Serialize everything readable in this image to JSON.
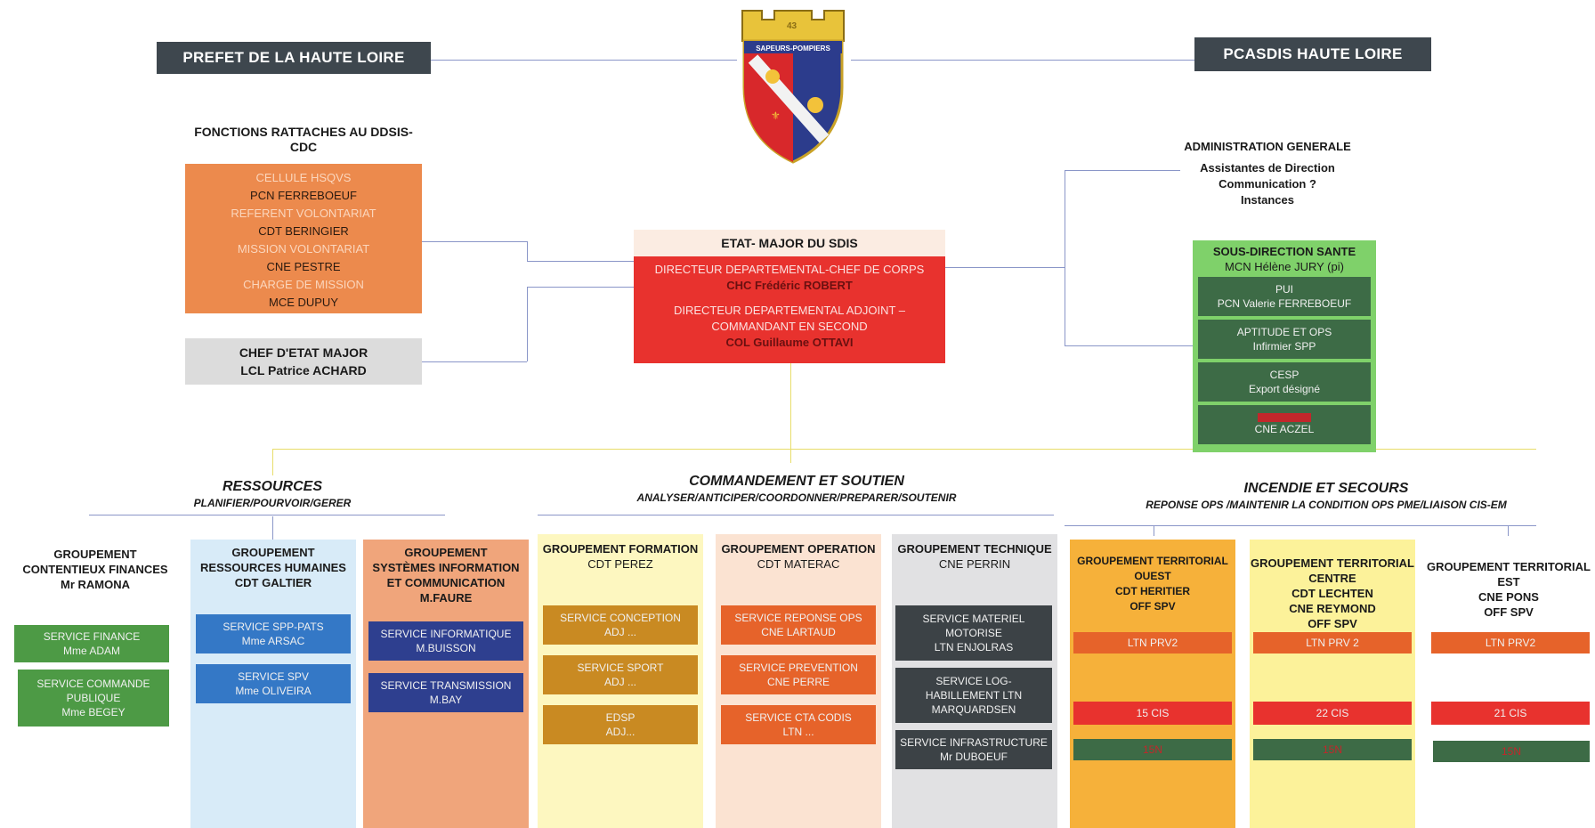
{
  "top": {
    "prefet": "PREFET DE LA HAUTE LOIRE",
    "pcasdis": "PCASDIS HAUTE LOIRE",
    "logo_text": "SAPEURS-POMPIERS",
    "logo_number": "43"
  },
  "fonctions": {
    "title_1": "FONCTIONS RATTACHES AU DDSIS-",
    "title_2": "CDC",
    "items": [
      "CELLULE HSQVS",
      "PCN FERREBOEUF",
      "REFERENT VOLONTARIAT",
      "CDT BERINGIER",
      "MISSION VOLONTARIAT",
      "CNE PESTRE",
      "CHARGE DE MISSION",
      "MCE DUPUY"
    ]
  },
  "chef_etat_major": {
    "line1": "CHEF D'ETAT MAJOR",
    "line2": "LCL Patrice ACHARD"
  },
  "etat_major": {
    "title": "ETAT- MAJOR DU SDIS",
    "l1": "DIRECTEUR DEPARTEMENTAL-CHEF DE CORPS",
    "l2": "CHC Frédéric ROBERT",
    "l3": "DIRECTEUR DEPARTEMENTAL ADJOINT –",
    "l4": "COMMANDANT EN SECOND",
    "l5": "COL Guillaume OTTAVI"
  },
  "administration": {
    "title": "ADMINISTRATION GENERALE",
    "l1": "Assistantes de Direction",
    "l2": "Communication ?",
    "l3": "Instances"
  },
  "sante": {
    "title": "SOUS-DIRECTION SANTE",
    "subtitle": "MCN Hélène JURY (pi)",
    "items": [
      [
        "PUI",
        "PCN Valerie FERREBOEUF"
      ],
      [
        "APTITUDE ET OPS",
        "Infirmier SPP"
      ],
      [
        "CESP",
        "Export désigné"
      ],
      [
        "",
        "CNE ACZEL"
      ]
    ]
  },
  "sections": {
    "ressources": {
      "title": "RESSOURCES",
      "subtitle": "PLANIFIER/POURVOIR/GERER"
    },
    "commandement": {
      "title": "COMMANDEMENT ET SOUTIEN",
      "subtitle": "ANALYSER/ANTICIPER/COORDONNER/PREPARER/SOUTENIR"
    },
    "incendie": {
      "title": "INCENDIE ET SECOURS",
      "subtitle": "REPONSE OPS /MAINTENIR LA CONDITION OPS PME/LIAISON CIS-EM"
    }
  },
  "groupements": {
    "finances": {
      "header": [
        "GROUPEMENT",
        "CONTENTIEUX FINANCES",
        "Mr RAMONA"
      ],
      "services": [
        [
          "SERVICE FINANCE",
          "Mme ADAM"
        ],
        [
          "SERVICE COMMANDE",
          "PUBLIQUE",
          "Mme BEGEY"
        ]
      ]
    },
    "rh": {
      "header": [
        "GROUPEMENT",
        "RESSOURCES HUMAINES",
        "CDT GALTIER"
      ],
      "services": [
        [
          "SERVICE SPP-PATS",
          "Mme ARSAC"
        ],
        [
          "SERVICE SPV",
          "Mme OLIVEIRA"
        ]
      ]
    },
    "si": {
      "header": [
        "GROUPEMENT",
        "SYSTÈMES INFORMATION",
        "ET COMMUNICATION",
        "M.FAURE"
      ],
      "services": [
        [
          "SERVICE INFORMATIQUE",
          "M.BUISSON"
        ],
        [
          "SERVICE TRANSMISSION",
          "M.BAY"
        ]
      ]
    },
    "formation": {
      "header": [
        "GROUPEMENT FORMATION",
        "CDT PEREZ"
      ],
      "services": [
        [
          "SERVICE CONCEPTION",
          "ADJ ..."
        ],
        [
          "SERVICE SPORT",
          "ADJ ..."
        ],
        [
          "EDSP",
          "ADJ..."
        ]
      ]
    },
    "operation": {
      "header": [
        "GROUPEMENT OPERATION",
        "CDT MATERAC"
      ],
      "services": [
        [
          "SERVICE REPONSE OPS",
          "CNE LARTAUD"
        ],
        [
          "SERVICE PREVENTION",
          "CNE PERRE"
        ],
        [
          "SERVICE CTA CODIS",
          "LTN ..."
        ]
      ]
    },
    "technique": {
      "header": [
        "GROUPEMENT TECHNIQUE",
        "CNE PERRIN"
      ],
      "services": [
        [
          "SERVICE MATERIEL",
          "MOTORISE",
          "LTN ENJOLRAS"
        ],
        [
          "SERVICE LOG-",
          "HABILLEMENT LTN",
          "MARQUARDSEN"
        ],
        [
          "SERVICE INFRASTRUCTURE",
          "Mr DUBOEUF"
        ]
      ]
    },
    "ouest": {
      "header": [
        "GROUPEMENT TERRITORIAL",
        "OUEST",
        "CDT HERITIER",
        "OFF SPV"
      ],
      "ltn": "LTN PRV2",
      "cis": "15 CIS",
      "bottom": "15N"
    },
    "centre": {
      "header": [
        "GROUPEMENT TERRITORIAL",
        "CENTRE",
        "CDT LECHTEN",
        "CNE REYMOND",
        "OFF SPV"
      ],
      "ltn": "LTN PRV 2",
      "cis": "22 CIS",
      "bottom": "15N"
    },
    "est": {
      "header": [
        "GROUPEMENT TERRITORIAL",
        "EST",
        "CNE PONS",
        "OFF SPV"
      ],
      "ltn": "LTN PRV2",
      "cis": "21 CIS",
      "bottom": "15N"
    }
  },
  "colors": {
    "dark_bar": "#3e474e",
    "orange": "#ec8a4d",
    "red": "#e8322e",
    "green_light": "#7fd16a",
    "green_dark": "#3d6b46",
    "grey_light": "#dcdcdc",
    "blue_light": "#d8ebf8",
    "blue_service": "#3478c6",
    "navy_service": "#2e3f8f",
    "yellow_light": "#fdf7c0",
    "amber_service": "#c98a22",
    "orange_light": "#fbe3d2",
    "grey_col": "#e1e1e3",
    "dark_service": "#3c4246",
    "territorial_orange": "#f6b13a",
    "territorial_yellow": "#fcf29a"
  }
}
